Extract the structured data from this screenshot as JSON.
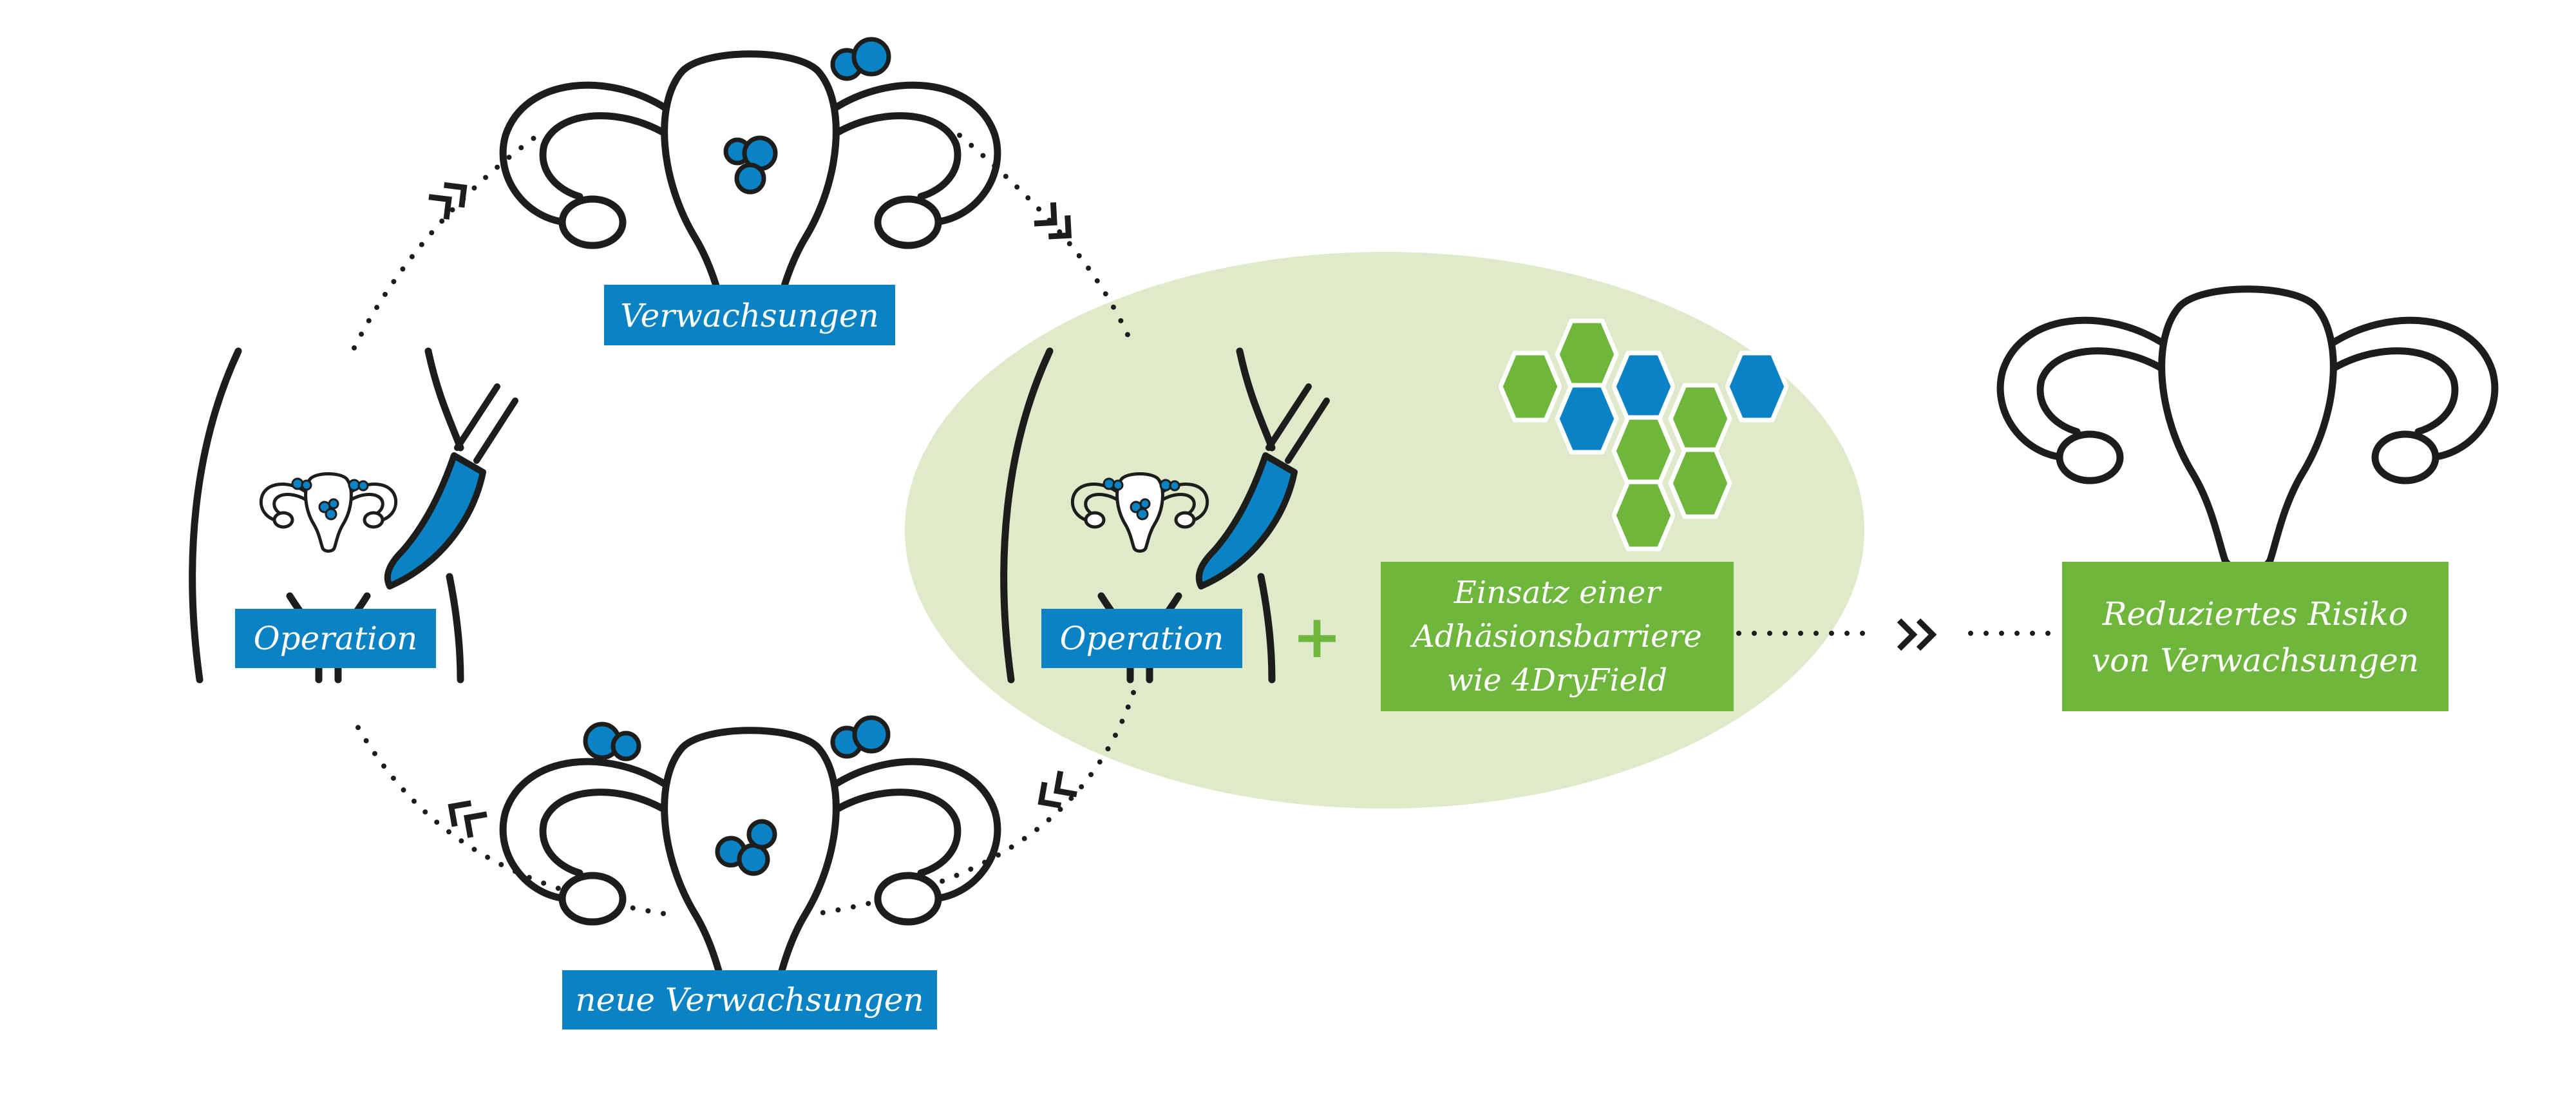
{
  "labels": {
    "adhesions": "Verwachsungen",
    "operation_left": "Operation",
    "new_adhesions": "neue Verwachsungen",
    "operation_right": "Operation",
    "barrier_line1": "Einsatz einer",
    "barrier_line2": "Adhäsionsbarriere",
    "barrier_line3": "wie 4DryField",
    "result_line1": "Reduziertes Risiko",
    "result_line2": "von Verwachsungen"
  },
  "symbols": {
    "plus": "+"
  },
  "colors": {
    "blue": "#0a82c4",
    "green": "#6fb63c",
    "light_green": "#dfeacb",
    "outline": "#1d1d1b"
  },
  "icons": [
    "uterus-adhesions-icon",
    "uterus-new-adhesions-icon",
    "uterus-healthy-icon",
    "body-surgery-icon",
    "scalpel-icon",
    "hexagon-barrier-icon",
    "double-chevron-icon"
  ]
}
